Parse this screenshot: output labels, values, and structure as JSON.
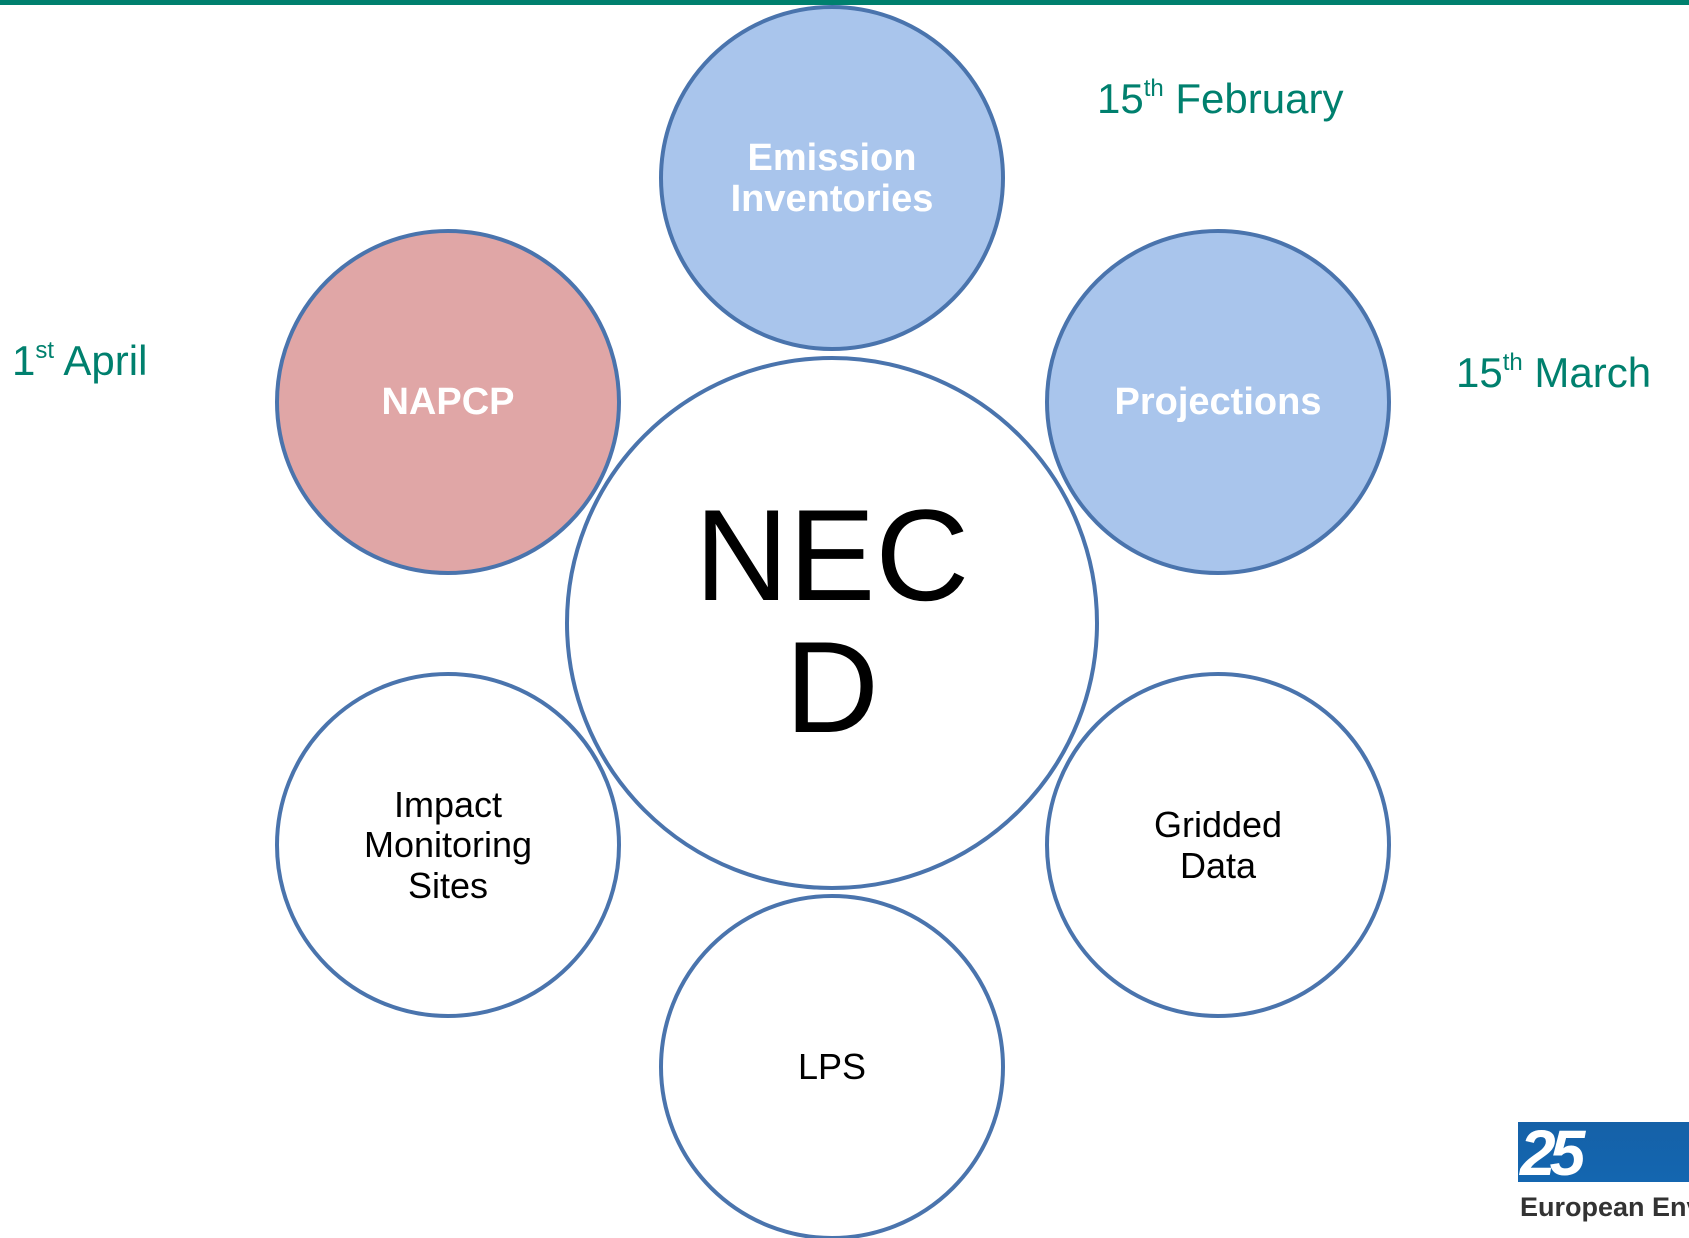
{
  "center": {
    "line1": "NEC",
    "line2": "D"
  },
  "bubbles": {
    "emission": {
      "line1": "Emission",
      "line2": "Inventories"
    },
    "projections": {
      "label": "Projections"
    },
    "napcp": {
      "label": "NAPCP"
    },
    "gridded": {
      "line1": "Gridded",
      "line2": "Data"
    },
    "impact": {
      "line1": "Impact",
      "line2": "Monitoring",
      "line3": "Sites"
    },
    "lps": {
      "label": "LPS"
    }
  },
  "dates": {
    "february": {
      "num": "15",
      "sup": "th",
      "month": "February"
    },
    "march": {
      "num": "15",
      "sup": "th",
      "month": "March"
    },
    "april": {
      "num": "1",
      "sup": "st",
      "month": "April"
    }
  },
  "logo": {
    "number": "25",
    "text": "European Env"
  },
  "colors": {
    "accent": "#00806e",
    "circle_stroke": "#4a74ad",
    "blue_fill": "#a9c5ec",
    "red_fill": "#e0a6a6"
  }
}
